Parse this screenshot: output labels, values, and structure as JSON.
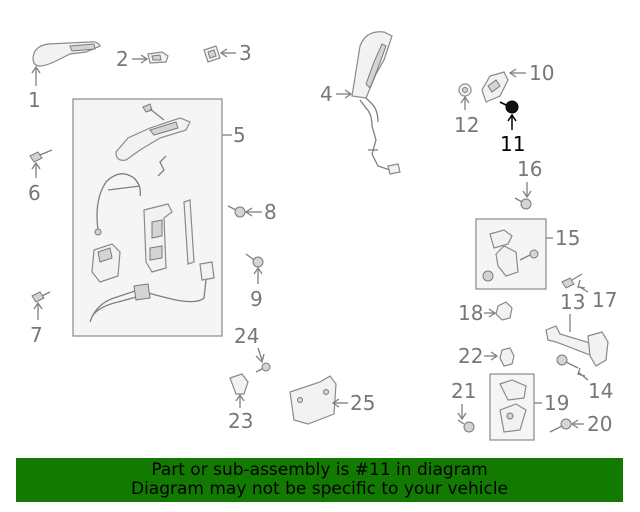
{
  "callouts": [
    {
      "id": "c1",
      "text": "1"
    },
    {
      "id": "c2",
      "text": "2"
    },
    {
      "id": "c3",
      "text": "3"
    },
    {
      "id": "c4",
      "text": "4"
    },
    {
      "id": "c5",
      "text": "5"
    },
    {
      "id": "c6",
      "text": "6"
    },
    {
      "id": "c7",
      "text": "7"
    },
    {
      "id": "c8",
      "text": "8"
    },
    {
      "id": "c9",
      "text": "9"
    },
    {
      "id": "c10",
      "text": "10"
    },
    {
      "id": "c11",
      "text": "11",
      "highlighted": true
    },
    {
      "id": "c12",
      "text": "12"
    },
    {
      "id": "c13",
      "text": "13"
    },
    {
      "id": "c14",
      "text": "14"
    },
    {
      "id": "c15",
      "text": "15"
    },
    {
      "id": "c16",
      "text": "16"
    },
    {
      "id": "c17",
      "text": "17"
    },
    {
      "id": "c18",
      "text": "18"
    },
    {
      "id": "c19",
      "text": "19"
    },
    {
      "id": "c20",
      "text": "20"
    },
    {
      "id": "c21",
      "text": "21"
    },
    {
      "id": "c22",
      "text": "22"
    },
    {
      "id": "c23",
      "text": "23"
    },
    {
      "id": "c24",
      "text": "24"
    },
    {
      "id": "c25",
      "text": "25"
    }
  ],
  "footer": {
    "line1": "Part or sub-assembly is #11 in diagram",
    "line2": "Diagram may not be specific to your vehicle"
  },
  "colors": {
    "footer_bg": "#127a00",
    "label_gray": "#777777",
    "highlight": "#000000"
  }
}
